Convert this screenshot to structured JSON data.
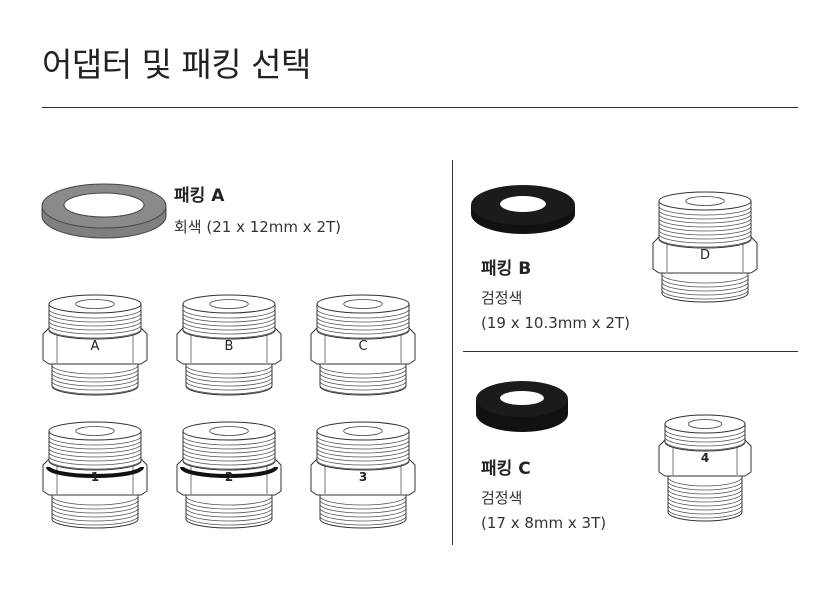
{
  "page": {
    "title": "어댑터 및 패킹 선택"
  },
  "packing_a": {
    "name": "패킹 A",
    "color_size": "회색 (21 x 12mm x 2T)",
    "ring_color": "#8a8a8a"
  },
  "packing_b": {
    "name": "패킹 B",
    "color": "검정색",
    "size": "(19 x 10.3mm x 2T)",
    "ring_color": "#1c1a1a"
  },
  "packing_c": {
    "name": "패킹 C",
    "color": "검정색",
    "size": "(17 x 8mm x 3T)",
    "ring_color": "#1c1a1a"
  },
  "adapters": {
    "row1": [
      "A",
      "B",
      "C"
    ],
    "row2": [
      "1",
      "2",
      "3"
    ],
    "right_top": "D",
    "right_bottom": "4"
  }
}
